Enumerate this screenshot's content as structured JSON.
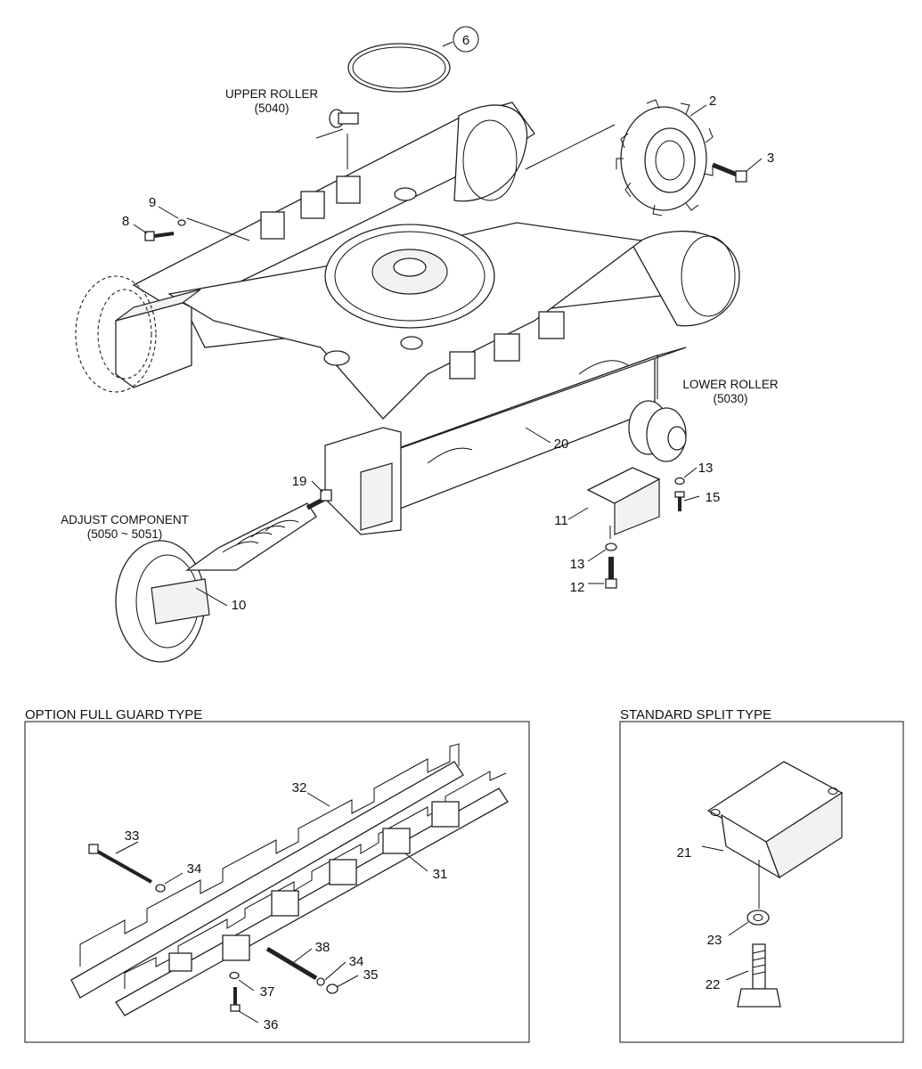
{
  "labels": {
    "upper_roller": "UPPER ROLLER",
    "upper_roller_code": "(5040)",
    "lower_roller": "LOWER ROLLER",
    "lower_roller_code": "(5030)",
    "adjust_component": "ADJUST COMPONENT",
    "adjust_component_code": "(5050 ~ 5051)"
  },
  "sections": {
    "full_guard_title": "OPTION FULL GUARD TYPE",
    "split_title": "STANDARD SPLIT TYPE"
  },
  "callouts": {
    "c2": "2",
    "c3": "3",
    "c6": "6",
    "c8": "8",
    "c9": "9",
    "c10": "10",
    "c11": "11",
    "c12": "12",
    "c13a": "13",
    "c13b": "13",
    "c15": "15",
    "c19": "19",
    "c20": "20",
    "c21": "21",
    "c22": "22",
    "c23": "23",
    "c31": "31",
    "c32": "32",
    "c33": "33",
    "c34a": "34",
    "c34b": "34",
    "c35": "35",
    "c36": "36",
    "c37": "37",
    "c38": "38"
  }
}
